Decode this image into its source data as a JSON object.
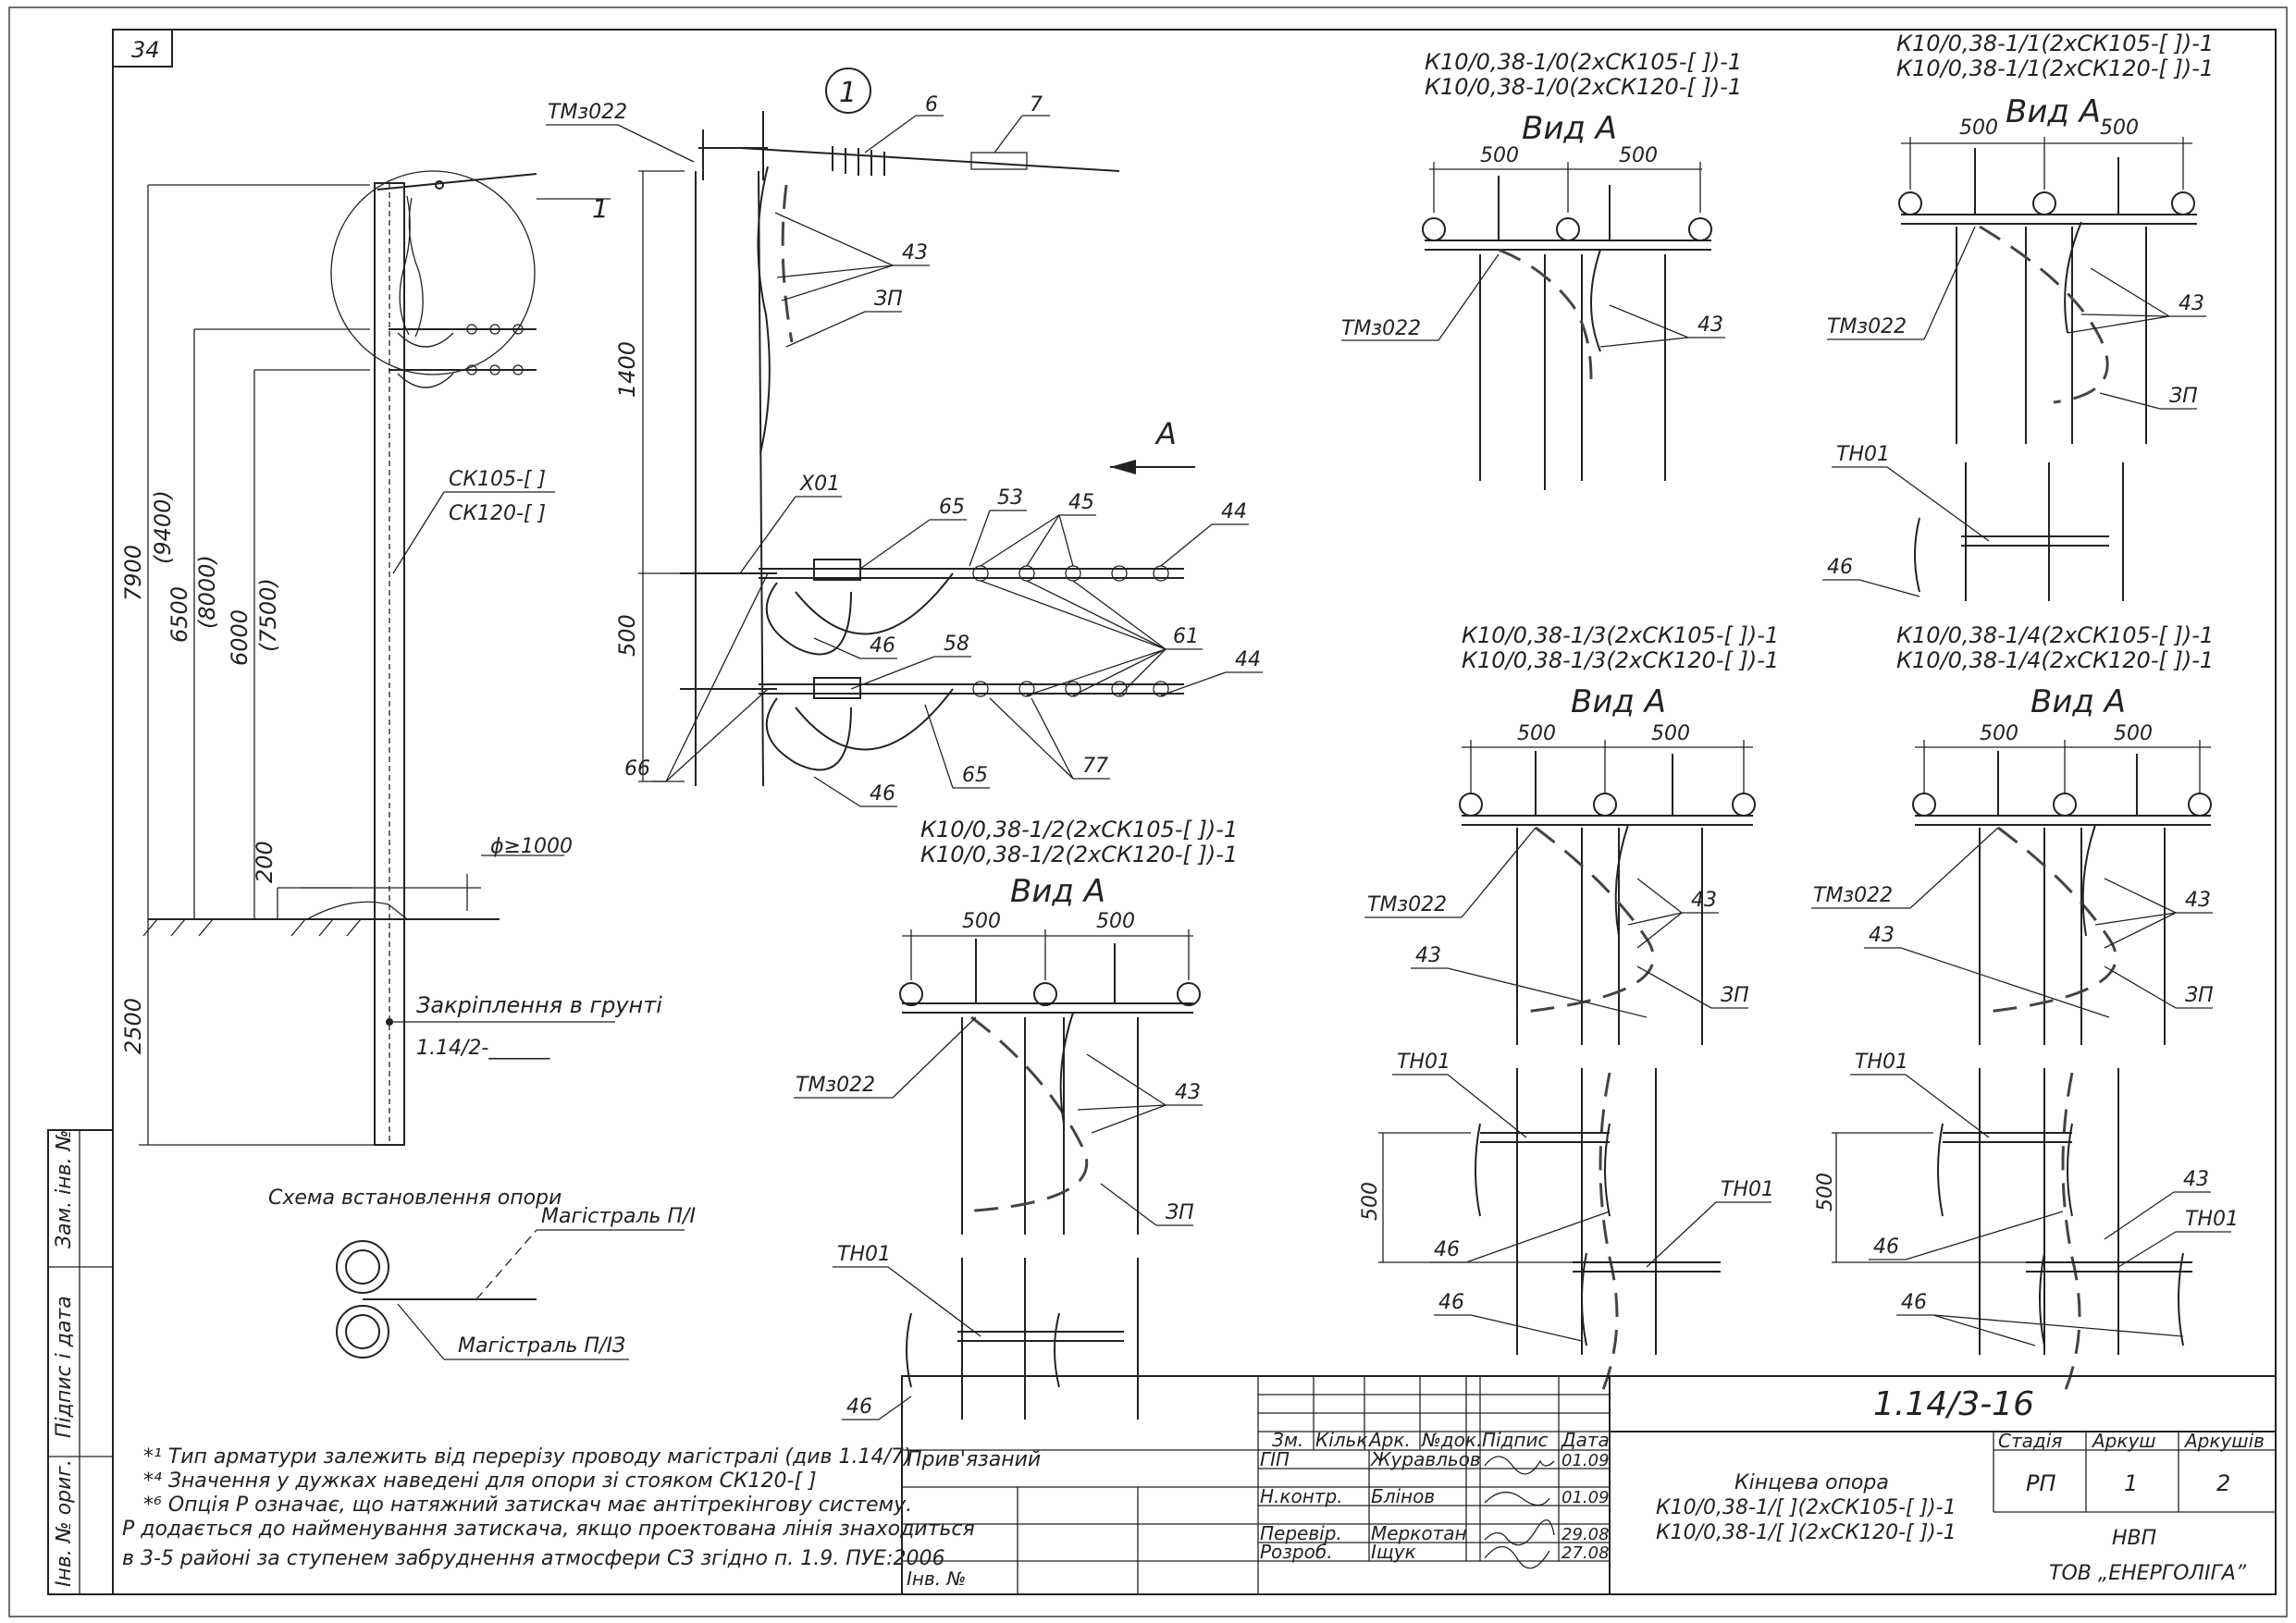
{
  "sheet_number": "34",
  "callout_number": "1",
  "schematic": {
    "dim_7900": "7900",
    "dim_9400": "(9400)",
    "dim_6500": "6500",
    "dim_8000": "(8000)",
    "dim_6000": "6000",
    "dim_7500": "(7500)",
    "dim_200": "200",
    "dim_2500": "2500",
    "pole_sk105": "СК105-[  ]",
    "pole_sk120": "СК120-[  ]",
    "diameter": "ϕ≥1000",
    "ground_fixing": "Закріплення в грунті",
    "ground_ref": "1.14/2-______",
    "detail_ref": "1"
  },
  "detail": {
    "tmz022": "ТМз022",
    "n6": "6",
    "n7": "7",
    "n43": "43",
    "zp": "ЗП",
    "dim_1400": "1400",
    "x01": "Х01",
    "n65a": "65",
    "n53": "53",
    "n45": "45",
    "n44a": "44",
    "dim_500": "500",
    "n46a": "46",
    "n58": "58",
    "n61": "61",
    "n44b": "44",
    "n66": "66",
    "n65b": "65",
    "n77": "77",
    "n46b": "46",
    "view_arrow": "А"
  },
  "views": [
    {
      "code1": "К10/0,38-1/0(2хСК105-[  ])-1",
      "code2": "К10/0,38-1/0(2хСК120-[  ])-1",
      "title": "Вид А",
      "d1": "500",
      "d2": "500",
      "tm": "ТМз022",
      "l43": "43"
    },
    {
      "code1": "К10/0,38-1/1(2хСК105-[  ])-1",
      "code2": "К10/0,38-1/1(2хСК120-[  ])-1",
      "title": "Вид А",
      "d1": "500",
      "d2": "500",
      "tm": "ТМз022",
      "l43": "43",
      "zp": "ЗП",
      "th": "ТН01",
      "l46": "46"
    },
    {
      "code1": "К10/0,38-1/2(2хСК105-[  ])-1",
      "code2": "К10/0,38-1/2(2хСК120-[  ])-1",
      "title": "Вид А",
      "d1": "500",
      "d2": "500",
      "tm": "ТМз022",
      "l43": "43",
      "zp": "ЗП",
      "th": "ТН01",
      "l46": "46"
    },
    {
      "code1": "К10/0,38-1/3(2хСК105-[  ])-1",
      "code2": "К10/0,38-1/3(2хСК120-[  ])-1",
      "title": "Вид А",
      "d1": "500",
      "d2": "500",
      "tm": "ТМз022",
      "l43": "43",
      "l43b": "43",
      "zp": "ЗП",
      "th": "ТН01",
      "th2": "ТН01",
      "l46": "46",
      "l46b": "46",
      "d500": "500"
    },
    {
      "code1": "К10/0,38-1/4(2хСК105-[  ])-1",
      "code2": "К10/0,38-1/4(2хСК120-[  ])-1",
      "title": "Вид А",
      "d1": "500",
      "d2": "500",
      "tm": "ТМз022",
      "l43": "43",
      "l43b": "43",
      "l43c": "43",
      "zp": "ЗП",
      "th": "ТН01",
      "th2": "ТН01",
      "l46": "46",
      "l46b": "46",
      "d500": "500"
    }
  ],
  "install_scheme": {
    "title": "Схема встановлення опори",
    "line1": "Магістраль П/І",
    "line2": "Магістраль П/ІЗ"
  },
  "notes": [
    "*¹ Тип арматури залежить від перерізу проводу магістралі (див 1.14/7)",
    "*⁴ Значення у дужках наведені для опори зі стояком СК120-[  ]",
    "*⁶ Опція Р означає, що натяжний затискач має антітрекінгову систему.",
    "Р додається до найменування затискача, якщо проектована лінія знаходиться",
    "в 3-5 районі за ступенем забруднення атмосфери СЗ згідно п. 1.9. ПУЕ:2006"
  ],
  "side_stamps": {
    "a": "Зам. інв. №",
    "b": "Підпис і дата",
    "c": "Інв. № ориг."
  },
  "titleblock": {
    "doc_code": "1.14/3-16",
    "bound": "Прив'язаний",
    "inv": "Інв. №",
    "hdr": [
      "Зм.",
      "Кільк.",
      "Арк.",
      "№док.",
      "Підпис",
      "Дата"
    ],
    "rows": [
      {
        "role": "ГІП",
        "name": "Журавльов",
        "date": "01.09"
      },
      {
        "role": "Н.контр.",
        "name": "Блінов",
        "date": "01.09"
      },
      {
        "role": "Перевір.",
        "name": "Меркотан",
        "date": "29.08"
      },
      {
        "role": "Розроб.",
        "name": "Іщук",
        "date": "27.08"
      }
    ],
    "title_l1": "Кінцева опора",
    "title_l2": "К10/0,38-1/[  ](2хСК105-[  ])-1",
    "title_l3": "К10/0,38-1/[  ](2хСК120-[  ])-1",
    "stage_h": "Стадія",
    "sheet_h": "Аркуш",
    "sheets_h": "Аркушів",
    "stage": "РП",
    "sheet": "1",
    "sheets": "2",
    "org1": "НВП",
    "org2": "ТОВ „ЕНЕРГОЛІГА”"
  }
}
